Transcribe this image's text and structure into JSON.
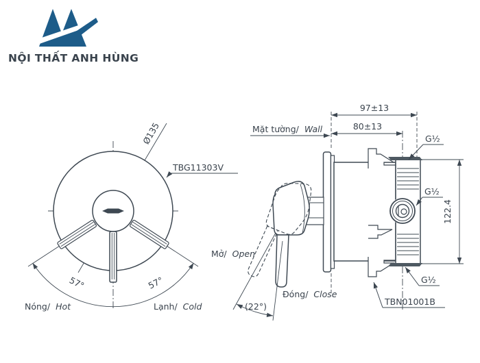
{
  "brand": {
    "name": "NỘI THẤT ANH HÙNG",
    "color": "#1d5c89"
  },
  "front_view": {
    "diameter": "Ø135",
    "product_code": "TBG11303V",
    "angle_left": "57°",
    "angle_right": "57°",
    "hot_vi": "Nóng/",
    "hot_en": "Hot",
    "cold_vi": "Lạnh/",
    "cold_en": "Cold"
  },
  "side_view": {
    "wall_vi": "Mặt tường/",
    "wall_en": "Wall",
    "dim_total_depth": "97±13",
    "dim_wall_to_center": "80±13",
    "dim_height": "122.4",
    "thread_top": "G½",
    "thread_middle": "G½",
    "thread_bottom": "G½",
    "open_vi": "Mở/",
    "open_en": "Open",
    "close_vi": "Đóng/",
    "close_en": "Close",
    "open_angle": "(22°)",
    "valve_code": "TBN01001B"
  },
  "colors": {
    "line": "#3e4852",
    "text": "#3a434d",
    "fill_dark": "#4e5962"
  }
}
